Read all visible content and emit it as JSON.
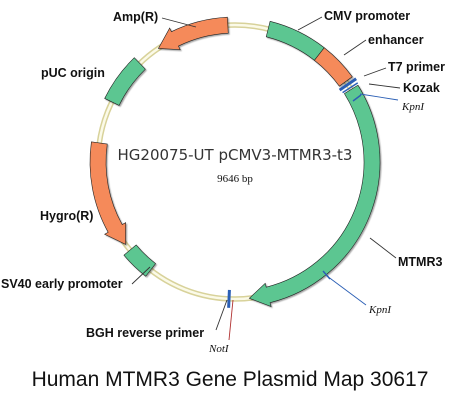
{
  "plasmid": {
    "name": "HG20075-UT pCMV3-MTMR3-t3",
    "size_label": "9646 bp"
  },
  "features": [
    {
      "id": "cmv-promoter",
      "label": "CMV promoter",
      "color": "#5cc691"
    },
    {
      "id": "enhancer",
      "label": "enhancer",
      "color": "#f58a5a"
    },
    {
      "id": "t7-primer",
      "label": "T7 primer",
      "color": "#2b5fb5"
    },
    {
      "id": "kozak",
      "label": "Kozak",
      "color": "#2b5fb5"
    },
    {
      "id": "mtmr3",
      "label": "MTMR3",
      "color": "#5cc691"
    },
    {
      "id": "bgh-reverse-primer",
      "label": "BGH reverse primer",
      "color": "#2b5fb5"
    },
    {
      "id": "sv40-early-promoter",
      "label": "SV40 early promoter",
      "color": "#5cc691"
    },
    {
      "id": "hygro-r",
      "label": "Hygro(R)",
      "color": "#f58a5a"
    },
    {
      "id": "puc-origin",
      "label": "pUC origin",
      "color": "#5cc691"
    },
    {
      "id": "amp-r",
      "label": "Amp(R)",
      "color": "#f58a5a"
    }
  ],
  "sites": [
    {
      "id": "kpni-top",
      "label": "KpnI"
    },
    {
      "id": "kpni-bottom",
      "label": "KpnI"
    },
    {
      "id": "noti",
      "label": "NotI"
    }
  ],
  "caption": "Human MTMR3 Gene Plasmid Map 30617"
}
